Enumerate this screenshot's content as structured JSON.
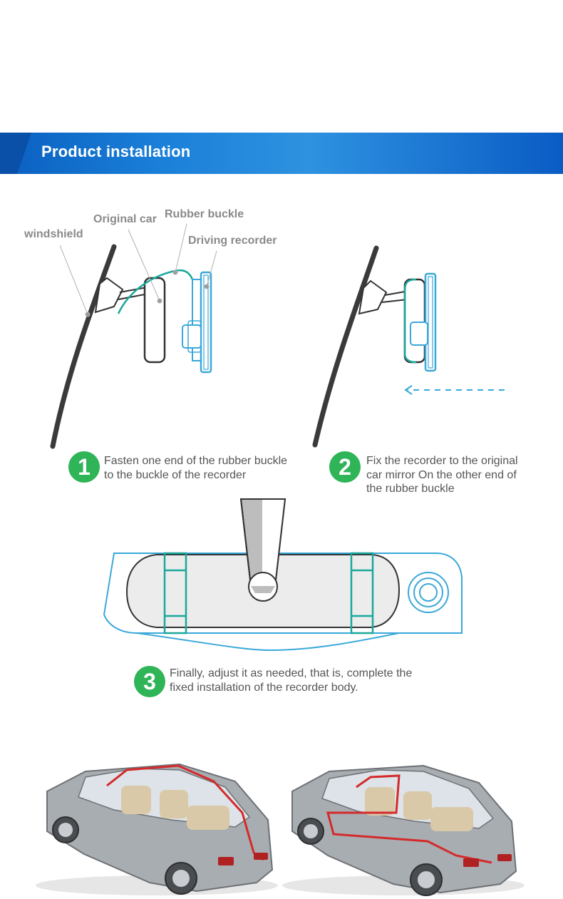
{
  "header": {
    "title": "Product installation"
  },
  "labels": {
    "windshield": "windshield",
    "original_car": "Original car",
    "rubber_buckle": "Rubber buckle",
    "driving_recorder": "Driving recorder"
  },
  "steps": [
    {
      "number": "1",
      "text_line1": "Fasten one end of the rubber buckle",
      "text_line2": "to the buckle of the recorder"
    },
    {
      "number": "2",
      "text_line1": "Fix the recorder to the original",
      "text_line2": "car mirror On the other end of",
      "text_line3": "the rubber buckle"
    },
    {
      "number": "3",
      "text_line1": "Finally, adjust it as needed, that is, complete the",
      "text_line2": "fixed installation of the recorder body."
    }
  ],
  "colors": {
    "banner_blue": "#1a7fd8",
    "step_green": "#2fb457",
    "outline_cyan": "#3aa8d8",
    "buckle_teal": "#1aa89a",
    "wire_red": "#d42a2a",
    "car_silver": "#a8adb2"
  },
  "icons": {
    "car_left": "car-with-wire-route-icon",
    "car_right": "car-with-wire-route-icon"
  }
}
